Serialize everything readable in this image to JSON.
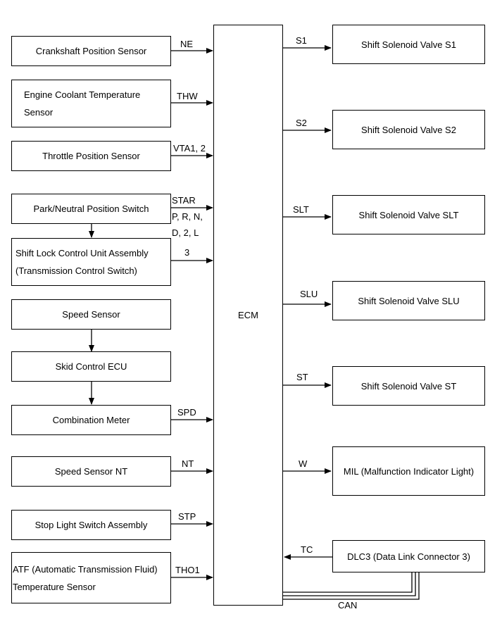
{
  "ecm": {
    "label": "ECM"
  },
  "inputs": [
    {
      "id": "crankshaft",
      "line1": "Crankshaft Position Sensor",
      "line2": "",
      "signal": "NE"
    },
    {
      "id": "coolant",
      "line1": "Engine Coolant Temperature",
      "line2": "Sensor",
      "signal": "THW"
    },
    {
      "id": "throttle",
      "line1": "Throttle Position Sensor",
      "line2": "",
      "signal": "VTA1, 2"
    },
    {
      "id": "park-neutral",
      "line1": "Park/Neutral Position Switch",
      "line2": "",
      "signal": "STAR",
      "signal2": "P, R, N,",
      "signal3": "D, 2, L"
    },
    {
      "id": "shift-lock",
      "line1": "Shift Lock Control Unit Assembly",
      "line2": "(Transmission Control Switch)",
      "signal": "3"
    },
    {
      "id": "speed",
      "line1": "Speed Sensor",
      "line2": ""
    },
    {
      "id": "skid",
      "line1": "Skid Control ECU",
      "line2": ""
    },
    {
      "id": "combination",
      "line1": "Combination Meter",
      "line2": "",
      "signal": "SPD"
    },
    {
      "id": "speed-nt",
      "line1": "Speed Sensor NT",
      "line2": "",
      "signal": "NT"
    },
    {
      "id": "stop-light",
      "line1": "Stop Light Switch Assembly",
      "line2": "",
      "signal": "STP"
    },
    {
      "id": "atf",
      "line1": "ATF (Automatic Transmission Fluid)",
      "line2": "Temperature Sensor",
      "signal": "THO1"
    }
  ],
  "outputs": [
    {
      "id": "s1",
      "label": "Shift Solenoid Valve S1",
      "signal": "S1"
    },
    {
      "id": "s2",
      "label": "Shift Solenoid Valve S2",
      "signal": "S2"
    },
    {
      "id": "slt",
      "label": "Shift Solenoid Valve SLT",
      "signal": "SLT"
    },
    {
      "id": "slu",
      "label": "Shift Solenoid Valve SLU",
      "signal": "SLU"
    },
    {
      "id": "st",
      "label": "Shift Solenoid Valve ST",
      "signal": "ST"
    },
    {
      "id": "mil",
      "label": "MIL (Malfunction Indicator Light)",
      "signal": "W"
    },
    {
      "id": "dlc3",
      "label": "DLC3 (Data Link Connector 3)",
      "signal": "TC",
      "bus": "CAN"
    }
  ],
  "colors": {
    "line": "#000000",
    "background": "#ffffff"
  }
}
